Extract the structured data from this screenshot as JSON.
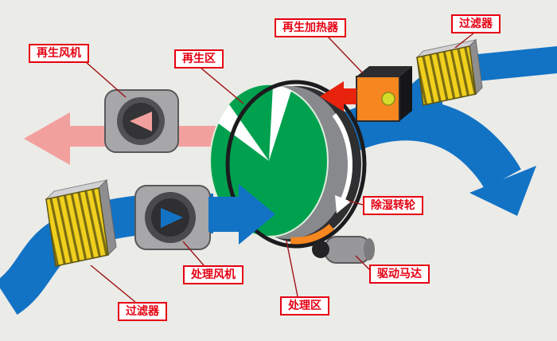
{
  "labels": {
    "regeneration_fan": "再生风机",
    "regeneration_zone": "再生区",
    "regeneration_heater": "再生加热器",
    "filter_top": "过滤器",
    "dehumidification_wheel": "除湿转轮",
    "drive_motor": "驱动马达",
    "processing_zone": "处理区",
    "processing_fan": "处理风机",
    "filter_bottom": "过滤器"
  },
  "colors": {
    "background": "#ebebe8",
    "process_air_blue": "#1273c5",
    "regeneration_air_pink": "#f2a09e",
    "hot_air_red": "#e8230d",
    "wheel_green": "#00a14e",
    "heater_orange": "#f6861f",
    "filter_yellow": "#f0d01d",
    "label_red": "#e60012",
    "metal_gray": "#a7a7a9",
    "dark_gray": "#4a4a4c",
    "belt_black": "#1c1c1e"
  }
}
